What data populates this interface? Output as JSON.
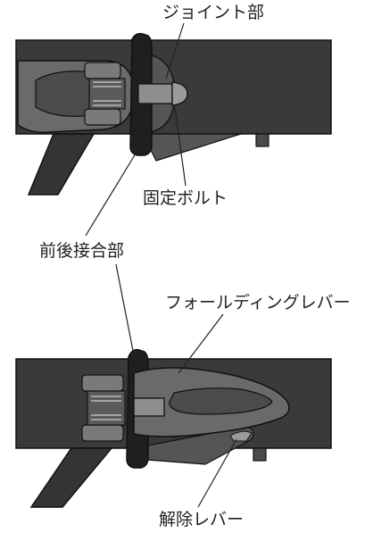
{
  "labels": {
    "joint": "ジョイント部",
    "fixing_bolt": "固定ボルト",
    "front_rear_joint": "前後接合部",
    "folding_lever": "フォールディングレバー",
    "release_lever": "解除レバー"
  },
  "colors": {
    "frame": "#3a3a3a",
    "frame_dark": "#2b2b2b",
    "lever": "#6a6a6a",
    "lever_light": "#8e8e8e",
    "plate": "#1f1f1f",
    "outline": "#111111",
    "leader": "#222222"
  }
}
